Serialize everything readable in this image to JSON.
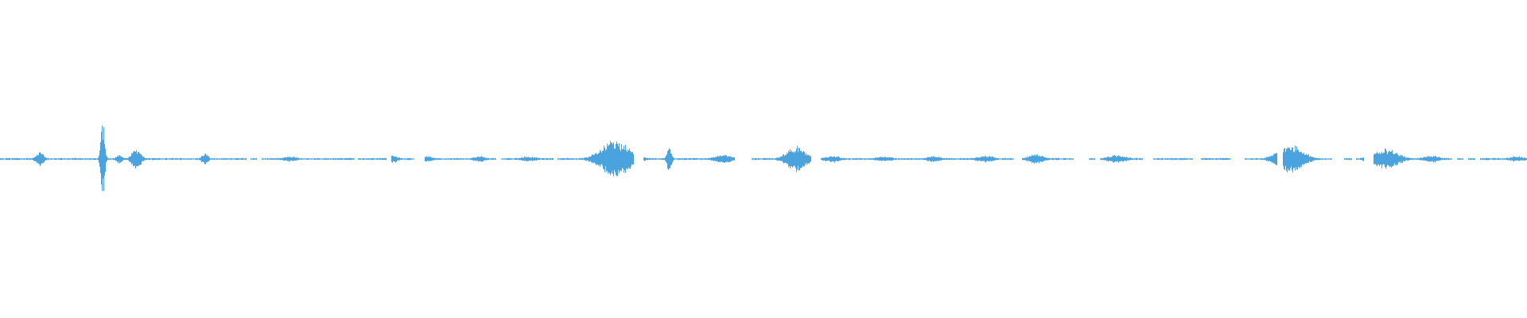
{
  "waveform": {
    "color": "#4aa3df",
    "background": "#ffffff",
    "baseline_amplitude": 0.012,
    "events": [
      {
        "t": 0.026,
        "amp": 0.1,
        "spread": 0.0025
      },
      {
        "t": 0.067,
        "amp": 0.5,
        "spread": 0.0012
      },
      {
        "t": 0.078,
        "amp": 0.06,
        "spread": 0.002
      },
      {
        "t": 0.089,
        "amp": 0.14,
        "spread": 0.003
      },
      {
        "t": 0.134,
        "amp": 0.08,
        "spread": 0.002
      },
      {
        "t": 0.19,
        "amp": 0.04,
        "spread": 0.004
      },
      {
        "t": 0.257,
        "amp": 0.06,
        "spread": 0.003
      },
      {
        "t": 0.28,
        "amp": 0.04,
        "spread": 0.004
      },
      {
        "t": 0.314,
        "amp": 0.04,
        "spread": 0.004
      },
      {
        "t": 0.346,
        "amp": 0.04,
        "spread": 0.005
      },
      {
        "t": 0.403,
        "amp": 0.27,
        "spread": 0.009
      },
      {
        "t": 0.438,
        "amp": 0.16,
        "spread": 0.0015
      },
      {
        "t": 0.473,
        "amp": 0.06,
        "spread": 0.006
      },
      {
        "t": 0.521,
        "amp": 0.18,
        "spread": 0.006
      },
      {
        "t": 0.545,
        "amp": 0.05,
        "spread": 0.005
      },
      {
        "t": 0.579,
        "amp": 0.04,
        "spread": 0.005
      },
      {
        "t": 0.611,
        "amp": 0.05,
        "spread": 0.004
      },
      {
        "t": 0.645,
        "amp": 0.05,
        "spread": 0.005
      },
      {
        "t": 0.678,
        "amp": 0.07,
        "spread": 0.005
      },
      {
        "t": 0.731,
        "amp": 0.06,
        "spread": 0.006
      },
      {
        "t": 0.845,
        "amp": 0.2,
        "spread": 0.008
      },
      {
        "t": 0.907,
        "amp": 0.14,
        "spread": 0.008
      },
      {
        "t": 0.937,
        "amp": 0.05,
        "spread": 0.005
      },
      {
        "t": 0.993,
        "amp": 0.04,
        "spread": 0.005
      }
    ],
    "gaps": [
      [
        0.161,
        0.164
      ],
      [
        0.168,
        0.171
      ],
      [
        0.232,
        0.234
      ],
      [
        0.253,
        0.256
      ],
      [
        0.271,
        0.278
      ],
      [
        0.325,
        0.328
      ],
      [
        0.362,
        0.365
      ],
      [
        0.415,
        0.421
      ],
      [
        0.481,
        0.492
      ],
      [
        0.531,
        0.537
      ],
      [
        0.664,
        0.669
      ],
      [
        0.703,
        0.713
      ],
      [
        0.717,
        0.72
      ],
      [
        0.748,
        0.755
      ],
      [
        0.781,
        0.786
      ],
      [
        0.806,
        0.815
      ],
      [
        0.836,
        0.84
      ],
      [
        0.872,
        0.88
      ],
      [
        0.885,
        0.888
      ],
      [
        0.893,
        0.899
      ],
      [
        0.951,
        0.954
      ],
      [
        0.958,
        0.961
      ],
      [
        0.966,
        0.969
      ]
    ]
  }
}
